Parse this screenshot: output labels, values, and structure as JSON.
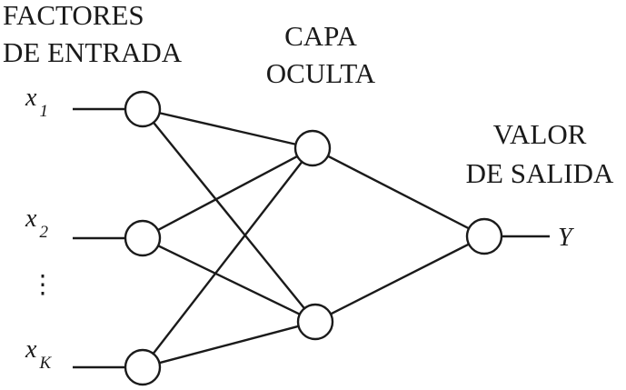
{
  "headers": {
    "input_line1": "FACTORES",
    "input_line2": "DE ENTRADA",
    "hidden_line1": "CAPA",
    "hidden_line2": "OCULTA",
    "output_line1": "VALOR",
    "output_line2": "DE SALIDA"
  },
  "inputs": [
    {
      "base": "x",
      "sub": "1"
    },
    {
      "base": "x",
      "sub": "2"
    },
    {
      "base": "x",
      "sub": "K"
    }
  ],
  "ellipsis": "⋮",
  "output": "Y",
  "connections": [
    [
      "input-1",
      "hidden-1"
    ],
    [
      "input-1",
      "hidden-2"
    ],
    [
      "input-2",
      "hidden-1"
    ],
    [
      "input-2",
      "hidden-2"
    ],
    [
      "input-3",
      "hidden-1"
    ],
    [
      "input-3",
      "hidden-2"
    ],
    [
      "hidden-1",
      "output"
    ],
    [
      "hidden-2",
      "output"
    ]
  ]
}
